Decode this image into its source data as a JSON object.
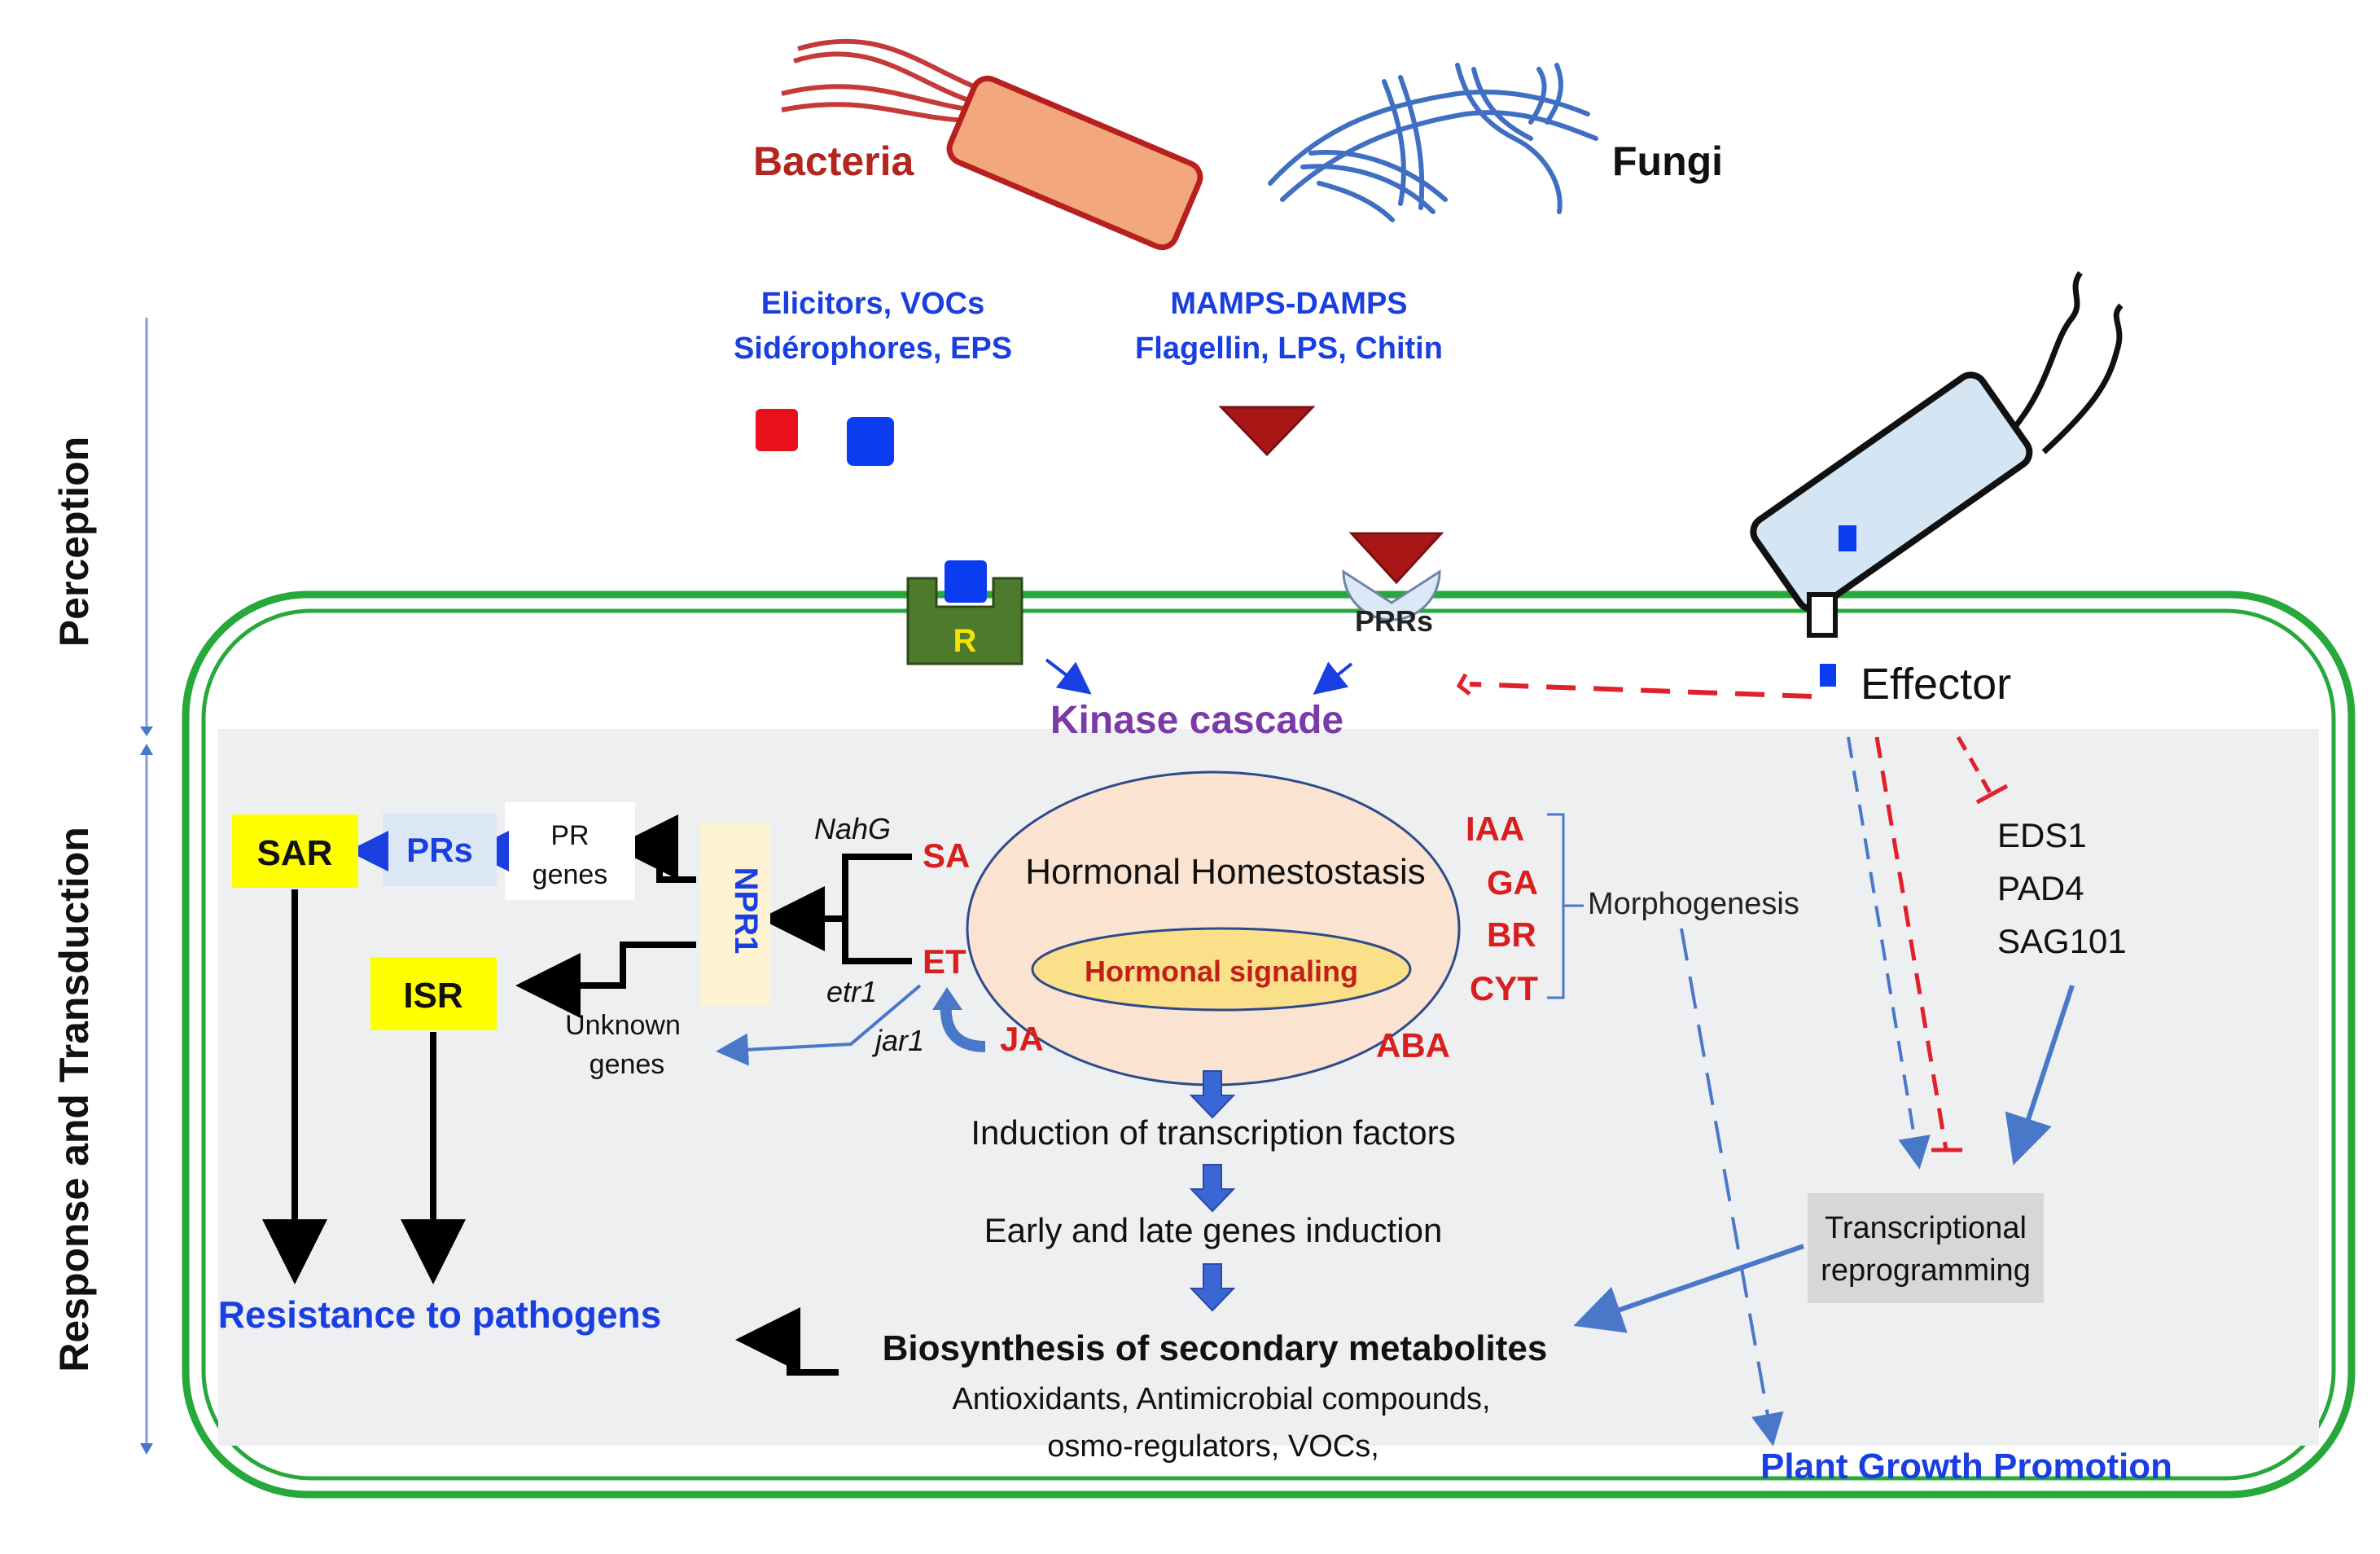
{
  "organisms": {
    "bacteria": "Bacteria",
    "fungi": "Fungi"
  },
  "signals": {
    "line1": "Elicitors, VOCs",
    "line2": "Sidérophores, EPS",
    "mamps1": "MAMPS-DAMPS",
    "mamps2": "Flagellin, LPS, Chitin"
  },
  "sidebar": {
    "perception": "Perception",
    "response": "Response and Transduction"
  },
  "receptors": {
    "r": "R",
    "prrs": "PRRs",
    "effector": "Effector"
  },
  "kinase": "Kinase cascade",
  "hormones": {
    "homeostasis": "Hormonal Homestostasis",
    "signaling": "Hormonal signaling",
    "sa": "SA",
    "et": "ET",
    "ja": "JA",
    "iaa": "IAA",
    "ga": "GA",
    "br": "BR",
    "cyt": "CYT",
    "aba": "ABA"
  },
  "mutants": {
    "nahg": "NahG",
    "etr1": "etr1",
    "jar1": "jar1"
  },
  "defense": {
    "npr1": "NPR1",
    "pr_genes_1": "PR",
    "pr_genes_2": "genes",
    "prs": "PRs",
    "sar": "SAR",
    "isr": "ISR",
    "unknown_1": "Unknown",
    "unknown_2": "genes",
    "resistance": "Resistance to pathogens"
  },
  "morphogenesis": "Morphogenesis",
  "eds": {
    "eds1": "EDS1",
    "pad4": "PAD4",
    "sag101": "SAG101"
  },
  "flow": {
    "tf": "Induction of transcription factors",
    "genes": "Early and late genes induction",
    "biosynthesis": "Biosynthesis of secondary metabolites",
    "metabolites1": "Antioxidants, Antimicrobial compounds,",
    "metabolites2": "osmo-regulators, VOCs,",
    "reprog1": "Transcriptional",
    "reprog2": "reprogramming",
    "growth": "Plant Growth Promotion"
  },
  "colors": {
    "cell_wall": "#27a83a",
    "signal_blue": "#1a3fe0",
    "hormone_red": "#d91e1e",
    "kinase_purple": "#7a3aa8",
    "highlight_yellow": "#ffff00"
  }
}
